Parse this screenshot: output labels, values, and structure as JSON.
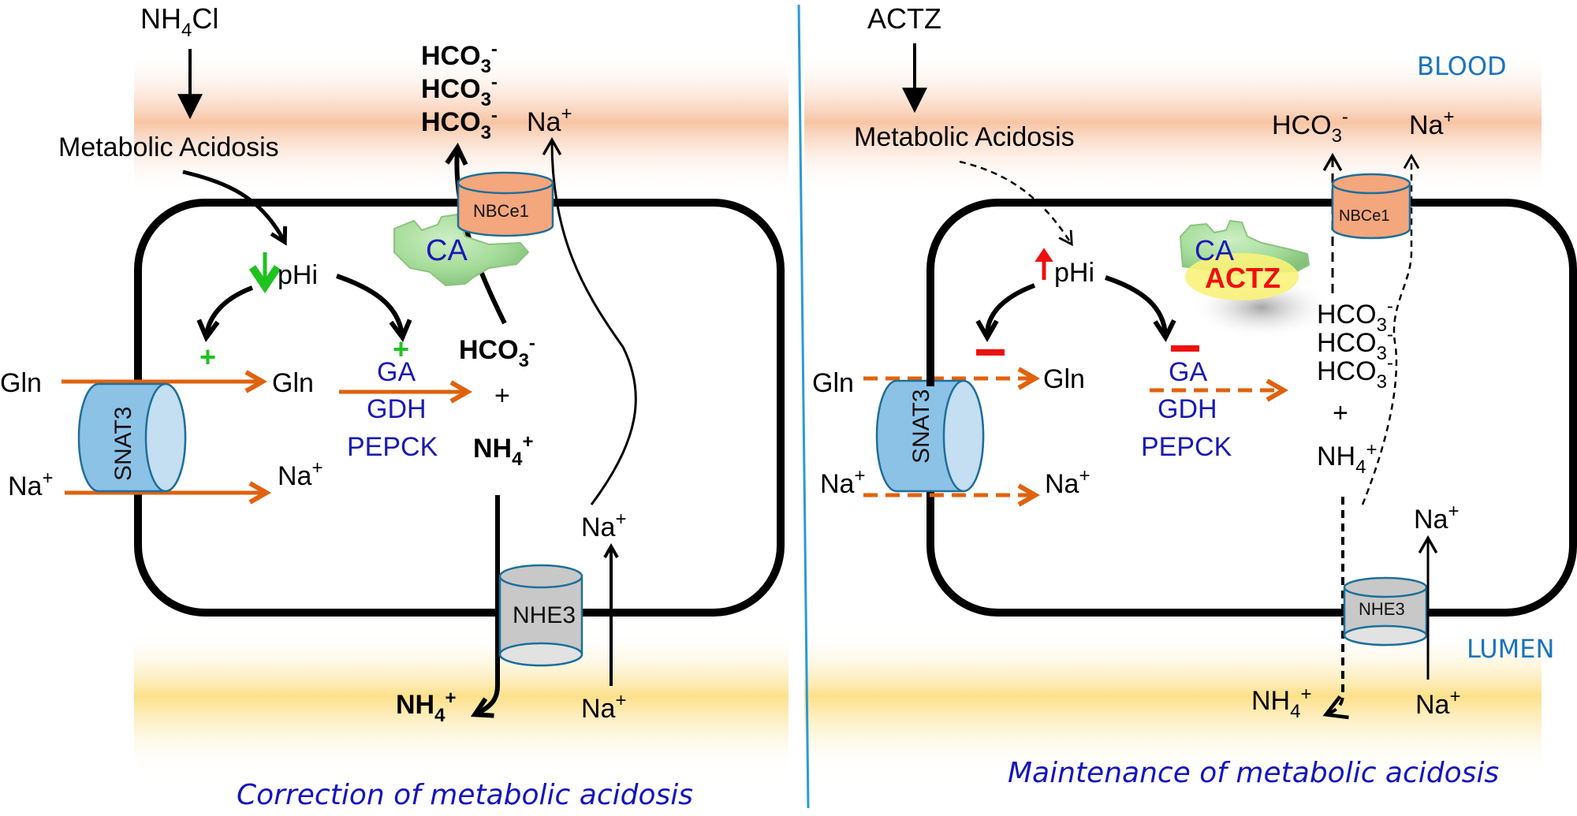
{
  "regions": {
    "blood": "BLOOD",
    "lumen": "LUMEN"
  },
  "colors": {
    "blood_band": "#f8c4a4",
    "lumen_band": "#fde08a",
    "divider": "#2a9ad8",
    "orange_arrow": "#e0620e",
    "enzyme_text": "#1a1ab4",
    "stimulation": "#1fc21f",
    "inhibition": "#ee1010",
    "nbce1_fill": "#f4a67c",
    "snat3_fill": "#8cc2e6",
    "nhe3_fill": "#c8c8c8",
    "ca_fill": "#a6dc9a",
    "actz_glow": "#faf27a"
  },
  "left_panel": {
    "caption": "Correction of metabolic acidosis",
    "trigger": {
      "base": "NH",
      "sub": "4",
      "tail": "Cl"
    },
    "condition": "Metabolic Acidosis",
    "phi": {
      "label": "pHi",
      "direction": "down"
    },
    "effects": [
      "+",
      "+"
    ],
    "enzymes": [
      "GA",
      "GDH",
      "PEPCK"
    ],
    "ca_label": "CA",
    "transporters": {
      "nbce1": "NBCe1",
      "snat3": "SNAT3",
      "nhe3": "NHE3"
    },
    "ions": {
      "gln_out": "Gln",
      "gln_in": "Gln",
      "na_out_snat": "Na",
      "na_in_snat": "Na",
      "hco3_blood": [
        "HCO",
        "HCO",
        "HCO"
      ],
      "hco3_cell": "HCO",
      "plus": "+",
      "nh4_cell": "NH",
      "nh4_lumen": "NH",
      "na_blood": "Na",
      "na_cell": "Na",
      "na_lumen": "Na"
    }
  },
  "right_panel": {
    "caption": "Maintenance of metabolic acidosis",
    "trigger": "ACTZ",
    "condition": "Metabolic Acidosis",
    "phi": {
      "label": "pHi",
      "direction": "up"
    },
    "effects": [
      "−",
      "−"
    ],
    "enzymes": [
      "GA",
      "GDH",
      "PEPCK"
    ],
    "ca_label": "CA",
    "inhibitor_label": "ACTZ",
    "transporters": {
      "nbce1": "NBCe1",
      "snat3": "SNAT3",
      "nhe3": "NHE3"
    },
    "ions": {
      "gln_out": "Gln",
      "gln_in": "Gln",
      "na_out_snat": "Na",
      "na_in_snat": "Na",
      "hco3_blood": "HCO",
      "hco3_cell": [
        "HCO",
        "HCO",
        "HCO"
      ],
      "plus": "+",
      "nh4_cell": "NH",
      "nh4_lumen": "NH",
      "na_blood": "Na",
      "na_cell": "Na",
      "na_lumen": "Na"
    }
  },
  "charges": {
    "minus": "-",
    "plus": "+",
    "sub3": "3",
    "sub4": "4"
  }
}
